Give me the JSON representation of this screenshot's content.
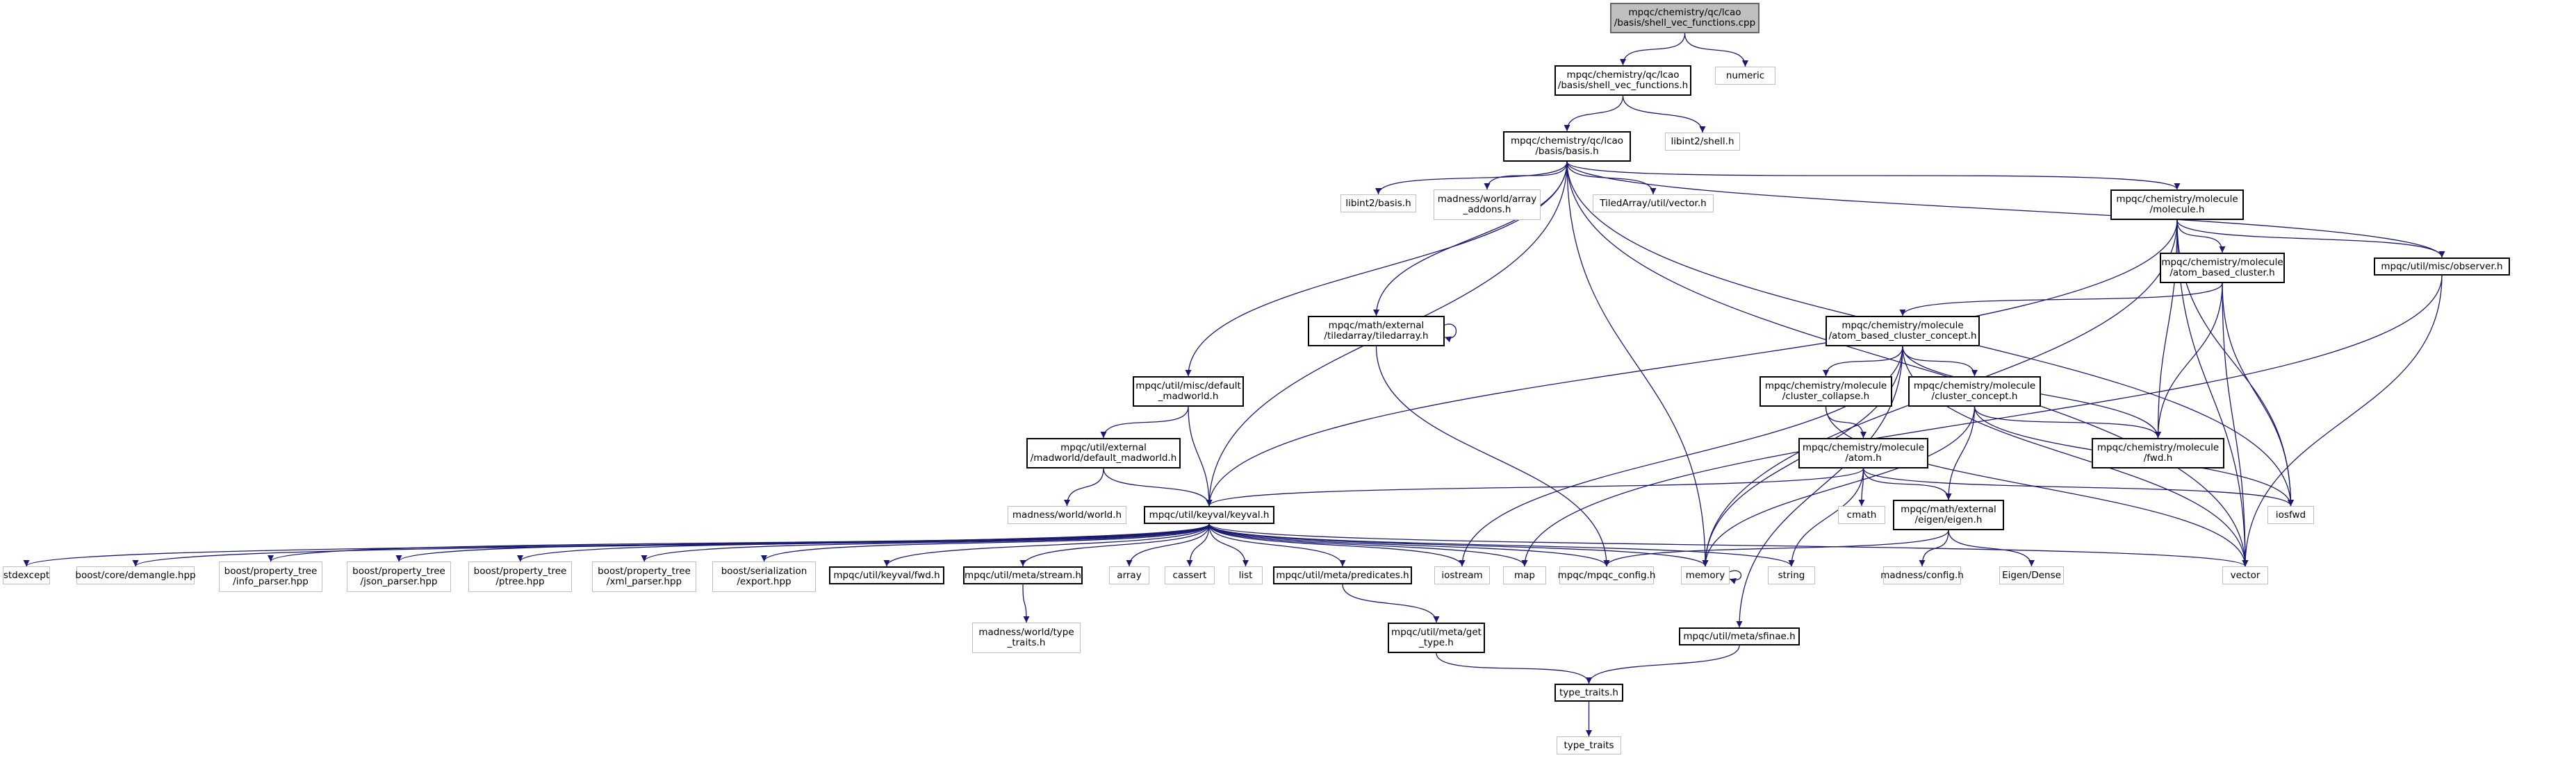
{
  "colors": {
    "edge": "#191970",
    "doc_border": "#000000",
    "ext_border": "#bfbfbf",
    "root_fill": "#bfbfbf"
  },
  "graph": {
    "nodes": [
      {
        "id": "root",
        "lines": [
          "mpqc/chemistry/qc/lcao",
          "/basis/shell_vec_functions.cpp"
        ],
        "kind": "root"
      },
      {
        "id": "numeric",
        "lines": [
          "numeric"
        ],
        "kind": "ext"
      },
      {
        "id": "svfh",
        "lines": [
          "mpqc/chemistry/qc/lcao",
          "/basis/shell_vec_functions.h"
        ],
        "kind": "doc"
      },
      {
        "id": "libint_shell",
        "lines": [
          "libint2/shell.h"
        ],
        "kind": "ext"
      },
      {
        "id": "basis",
        "lines": [
          "mpqc/chemistry/qc/lcao",
          "/basis/basis.h"
        ],
        "kind": "doc"
      },
      {
        "id": "libint_basis",
        "lines": [
          "libint2/basis.h"
        ],
        "kind": "ext"
      },
      {
        "id": "mad_array",
        "lines": [
          "madness/world/array",
          "_addons.h"
        ],
        "kind": "ext"
      },
      {
        "id": "ta_vector",
        "lines": [
          "TiledArray/util/vector.h"
        ],
        "kind": "ext"
      },
      {
        "id": "molecule",
        "lines": [
          "mpqc/chemistry/molecule",
          "/molecule.h"
        ],
        "kind": "doc"
      },
      {
        "id": "abc",
        "lines": [
          "mpqc/chemistry/molecule",
          "/atom_based_cluster.h"
        ],
        "kind": "doc"
      },
      {
        "id": "observer",
        "lines": [
          "mpqc/util/misc/observer.h"
        ],
        "kind": "doc"
      },
      {
        "id": "tiledarray",
        "lines": [
          "mpqc/math/external",
          "/tiledarray/tiledarray.h"
        ],
        "kind": "doc"
      },
      {
        "id": "abcc",
        "lines": [
          "mpqc/chemistry/molecule",
          "/atom_based_cluster_concept.h"
        ],
        "kind": "doc"
      },
      {
        "id": "default_madworld",
        "lines": [
          "mpqc/util/misc/default",
          "_madworld.h"
        ],
        "kind": "doc"
      },
      {
        "id": "cluster_collapse",
        "lines": [
          "mpqc/chemistry/molecule",
          "/cluster_collapse.h"
        ],
        "kind": "doc"
      },
      {
        "id": "cluster_concept",
        "lines": [
          "mpqc/chemistry/molecule",
          "/cluster_concept.h"
        ],
        "kind": "doc"
      },
      {
        "id": "fwd_mol",
        "lines": [
          "mpqc/chemistry/molecule",
          "/fwd.h"
        ],
        "kind": "doc"
      },
      {
        "id": "ext_default_madworld",
        "lines": [
          "mpqc/util/external",
          "/madworld/default_madworld.h"
        ],
        "kind": "doc"
      },
      {
        "id": "atom",
        "lines": [
          "mpqc/chemistry/molecule",
          "/atom.h"
        ],
        "kind": "doc"
      },
      {
        "id": "madness_world",
        "lines": [
          "madness/world/world.h"
        ],
        "kind": "ext"
      },
      {
        "id": "keyval",
        "lines": [
          "mpqc/util/keyval/keyval.h"
        ],
        "kind": "doc"
      },
      {
        "id": "cmath",
        "lines": [
          "cmath"
        ],
        "kind": "ext"
      },
      {
        "id": "eigen",
        "lines": [
          "mpqc/math/external",
          "/eigen/eigen.h"
        ],
        "kind": "doc"
      },
      {
        "id": "iosfwd",
        "lines": [
          "iosfwd"
        ],
        "kind": "ext"
      },
      {
        "id": "stdexcept",
        "lines": [
          "stdexcept"
        ],
        "kind": "ext"
      },
      {
        "id": "demangle",
        "lines": [
          "boost/core/demangle.hpp"
        ],
        "kind": "ext"
      },
      {
        "id": "info_parser",
        "lines": [
          "boost/property_tree",
          "/info_parser.hpp"
        ],
        "kind": "ext"
      },
      {
        "id": "json_parser",
        "lines": [
          "boost/property_tree",
          "/json_parser.hpp"
        ],
        "kind": "ext"
      },
      {
        "id": "ptree",
        "lines": [
          "boost/property_tree",
          "/ptree.hpp"
        ],
        "kind": "ext"
      },
      {
        "id": "xml_parser",
        "lines": [
          "boost/property_tree",
          "/xml_parser.hpp"
        ],
        "kind": "ext"
      },
      {
        "id": "serialization",
        "lines": [
          "boost/serialization",
          "/export.hpp"
        ],
        "kind": "ext"
      },
      {
        "id": "keyval_fwd",
        "lines": [
          "mpqc/util/keyval/fwd.h"
        ],
        "kind": "doc"
      },
      {
        "id": "meta_stream",
        "lines": [
          "mpqc/util/meta/stream.h"
        ],
        "kind": "doc"
      },
      {
        "id": "array",
        "lines": [
          "array"
        ],
        "kind": "ext"
      },
      {
        "id": "cassert",
        "lines": [
          "cassert"
        ],
        "kind": "ext"
      },
      {
        "id": "list",
        "lines": [
          "list"
        ],
        "kind": "ext"
      },
      {
        "id": "predicates",
        "lines": [
          "mpqc/util/meta/predicates.h"
        ],
        "kind": "doc"
      },
      {
        "id": "iostream",
        "lines": [
          "iostream"
        ],
        "kind": "ext"
      },
      {
        "id": "map",
        "lines": [
          "map"
        ],
        "kind": "ext"
      },
      {
        "id": "mpqc_config",
        "lines": [
          "mpqc/mpqc_config.h"
        ],
        "kind": "ext"
      },
      {
        "id": "memory",
        "lines": [
          "memory"
        ],
        "kind": "ext"
      },
      {
        "id": "string",
        "lines": [
          "string"
        ],
        "kind": "ext"
      },
      {
        "id": "madness_config",
        "lines": [
          "madness/config.h"
        ],
        "kind": "ext"
      },
      {
        "id": "eigen_dense",
        "lines": [
          "Eigen/Dense"
        ],
        "kind": "ext"
      },
      {
        "id": "vector",
        "lines": [
          "vector"
        ],
        "kind": "ext"
      },
      {
        "id": "madness_type_traits",
        "lines": [
          "madness/world/type",
          "_traits.h"
        ],
        "kind": "ext"
      },
      {
        "id": "get_type",
        "lines": [
          "mpqc/util/meta/get",
          "_type.h"
        ],
        "kind": "doc"
      },
      {
        "id": "sfinae",
        "lines": [
          "mpqc/util/meta/sfinae.h"
        ],
        "kind": "doc"
      },
      {
        "id": "type_traits_h",
        "lines": [
          "type_traits.h"
        ],
        "kind": "doc"
      },
      {
        "id": "type_traits",
        "lines": [
          "type_traits"
        ],
        "kind": "ext"
      }
    ],
    "edges": [
      [
        "root",
        "svfh"
      ],
      [
        "root",
        "numeric"
      ],
      [
        "svfh",
        "basis"
      ],
      [
        "svfh",
        "libint_shell"
      ],
      [
        "basis",
        "libint_basis"
      ],
      [
        "basis",
        "mad_array"
      ],
      [
        "basis",
        "ta_vector"
      ],
      [
        "basis",
        "molecule"
      ],
      [
        "basis",
        "observer"
      ],
      [
        "basis",
        "tiledarray"
      ],
      [
        "basis",
        "default_madworld"
      ],
      [
        "basis",
        "keyval"
      ],
      [
        "basis",
        "memory"
      ],
      [
        "basis",
        "vector"
      ],
      [
        "basis",
        "iosfwd"
      ],
      [
        "molecule",
        "abc"
      ],
      [
        "molecule",
        "observer"
      ],
      [
        "molecule",
        "fwd_mol"
      ],
      [
        "molecule",
        "iosfwd"
      ],
      [
        "molecule",
        "vector"
      ],
      [
        "molecule",
        "memory"
      ],
      [
        "molecule",
        "keyval"
      ],
      [
        "abc",
        "abcc"
      ],
      [
        "abc",
        "fwd_mol"
      ],
      [
        "abc",
        "iosfwd"
      ],
      [
        "abc",
        "vector"
      ],
      [
        "observer",
        "map"
      ],
      [
        "observer",
        "vector"
      ],
      [
        "tiledarray",
        "tiledarray"
      ],
      [
        "tiledarray",
        "mpqc_config"
      ],
      [
        "abcc",
        "cluster_collapse"
      ],
      [
        "abcc",
        "cluster_concept"
      ],
      [
        "abcc",
        "fwd_mol"
      ],
      [
        "abcc",
        "memory"
      ],
      [
        "abcc",
        "vector"
      ],
      [
        "abcc",
        "sfinae"
      ],
      [
        "abcc",
        "iostream"
      ],
      [
        "default_madworld",
        "ext_default_madworld"
      ],
      [
        "default_madworld",
        "keyval"
      ],
      [
        "cluster_collapse",
        "atom"
      ],
      [
        "cluster_collapse",
        "vector"
      ],
      [
        "cluster_concept",
        "fwd_mol"
      ],
      [
        "cluster_concept",
        "eigen"
      ],
      [
        "cluster_concept",
        "memory"
      ],
      [
        "cluster_concept",
        "iosfwd"
      ],
      [
        "ext_default_madworld",
        "madness_world"
      ],
      [
        "ext_default_madworld",
        "keyval"
      ],
      [
        "atom",
        "keyval"
      ],
      [
        "atom",
        "eigen"
      ],
      [
        "atom",
        "cmath"
      ],
      [
        "atom",
        "iosfwd"
      ],
      [
        "atom",
        "string"
      ],
      [
        "eigen",
        "madness_config"
      ],
      [
        "eigen",
        "eigen_dense"
      ],
      [
        "eigen",
        "mpqc_config"
      ],
      [
        "keyval",
        "stdexcept"
      ],
      [
        "keyval",
        "demangle"
      ],
      [
        "keyval",
        "info_parser"
      ],
      [
        "keyval",
        "json_parser"
      ],
      [
        "keyval",
        "ptree"
      ],
      [
        "keyval",
        "xml_parser"
      ],
      [
        "keyval",
        "serialization"
      ],
      [
        "keyval",
        "keyval_fwd"
      ],
      [
        "keyval",
        "meta_stream"
      ],
      [
        "keyval",
        "array"
      ],
      [
        "keyval",
        "cassert"
      ],
      [
        "keyval",
        "list"
      ],
      [
        "keyval",
        "predicates"
      ],
      [
        "keyval",
        "iostream"
      ],
      [
        "keyval",
        "map"
      ],
      [
        "keyval",
        "mpqc_config"
      ],
      [
        "keyval",
        "memory"
      ],
      [
        "keyval",
        "string"
      ],
      [
        "keyval",
        "vector"
      ],
      [
        "meta_stream",
        "madness_type_traits"
      ],
      [
        "predicates",
        "get_type"
      ],
      [
        "get_type",
        "type_traits_h"
      ],
      [
        "sfinae",
        "type_traits_h"
      ],
      [
        "type_traits_h",
        "type_traits"
      ],
      [
        "memory",
        "memory"
      ]
    ]
  }
}
